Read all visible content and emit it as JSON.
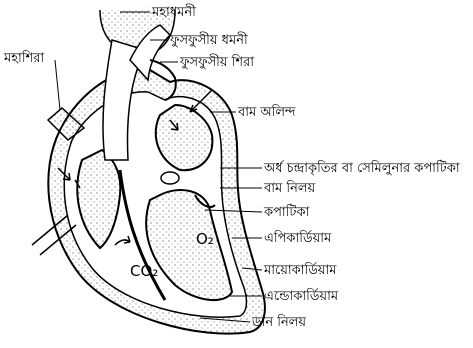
{
  "labels": {
    "aorta": "মহাধমনী",
    "pulmonary_artery": "ফুসফুসীয় ধমনী",
    "pulmonary_vein": "ফুসফুসীয় শিরা",
    "vena_cava": "মহাশিরা",
    "left_atrium": "বাম অলিন্দ",
    "semilunar_valve": "অর্ধ চন্দ্রাকৃতির বা সেমিলুনার কপাটিকা",
    "left_ventricle": "বাম নিলয়",
    "valve": "কপাটিকা",
    "epicardium": "এপিকার্ডিয়াম",
    "myocardium": "মায়োকার্ডিয়াম",
    "endocardium": "এন্ডোকার্ডিয়াম",
    "right_ventricle": "ডান নিলয়"
  },
  "markers": {
    "oxygen": "O₂",
    "carbon_dioxide": "CO₂"
  },
  "colors": {
    "stroke": "#000000",
    "stipple": "#555555",
    "background": "#ffffff"
  }
}
